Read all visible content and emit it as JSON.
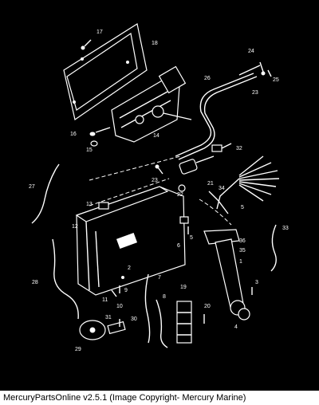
{
  "footer": {
    "text": "MercuryPartsOnline v2.5.1 (Image Copyright- Mercury Marine)"
  },
  "diagram": {
    "background": "#000000",
    "line_color": "#ffffff",
    "callouts": [
      "1",
      "2",
      "3",
      "4",
      "5",
      "6",
      "7",
      "8",
      "9",
      "10",
      "11",
      "12",
      "13",
      "14",
      "15",
      "16",
      "17",
      "18",
      "19",
      "20",
      "21",
      "22",
      "23",
      "24",
      "25",
      "26",
      "27",
      "28",
      "29",
      "30",
      "31",
      "32",
      "33",
      "34",
      "35",
      "36"
    ]
  }
}
